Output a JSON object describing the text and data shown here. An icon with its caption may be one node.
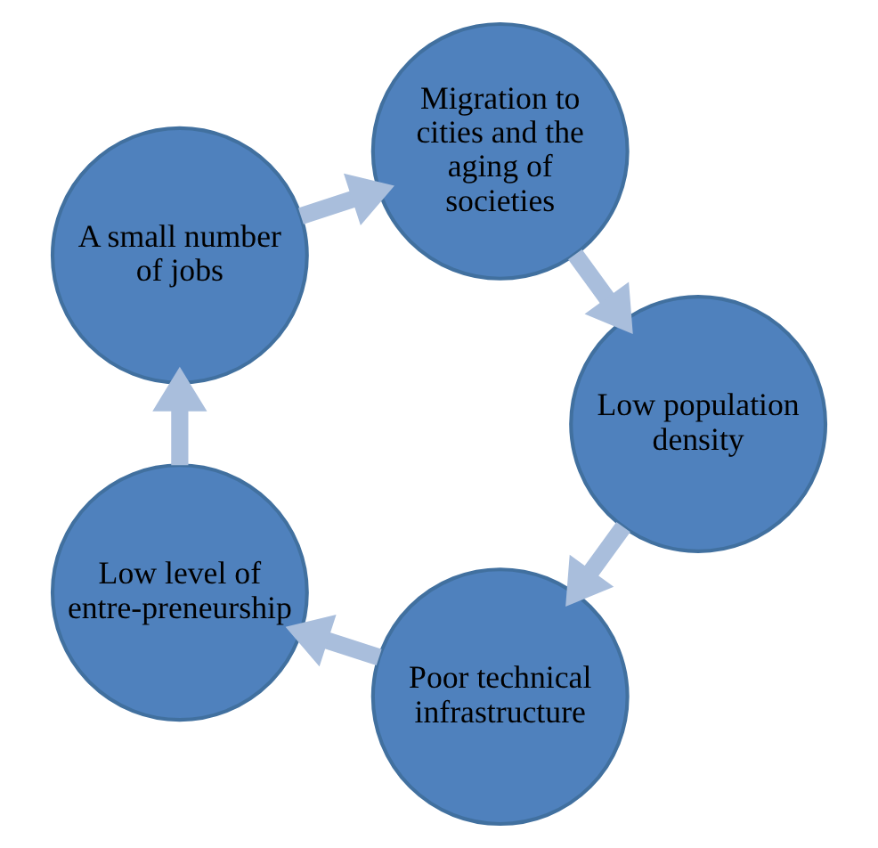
{
  "diagram": {
    "nodes": [
      {
        "text": [
          "Poor technical infrastructure"
        ]
      },
      {
        "text": [
          "Low level of entre-preneurship"
        ]
      },
      {
        "text": [
          "A small number of jobs"
        ]
      },
      {
        "text": [
          "Migration to cities and the aging of societies"
        ]
      },
      {
        "text": [
          "Low population density"
        ]
      }
    ],
    "edges": [
      {
        "from": 0,
        "to": 1,
        "arrow": "to"
      },
      {
        "from": 1,
        "to": 2,
        "arrow": "to"
      },
      {
        "from": 2,
        "to": 3,
        "arrow": "to"
      },
      {
        "from": 3,
        "to": 4,
        "arrow": "to"
      },
      {
        "from": 4,
        "to": 0,
        "arrow": "to"
      }
    ]
  }
}
